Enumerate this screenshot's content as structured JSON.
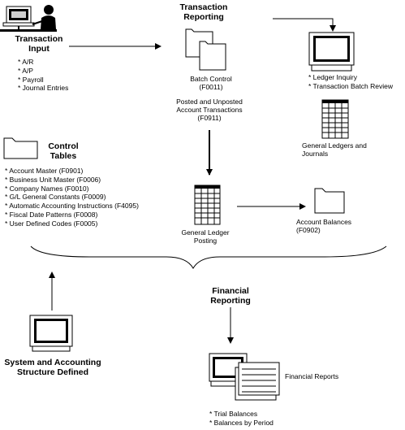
{
  "transaction_input": {
    "title": "Transaction Input",
    "items": [
      "A/R",
      "A/P",
      "Payroll",
      "Journal Entries"
    ]
  },
  "transaction_reporting": {
    "title": "Transaction Reporting",
    "batch_control": "Batch Control (F0011)",
    "posted_unposted": "Posted and Unposted Account Transactions (F0911)",
    "items": [
      "Ledger Inquiry",
      "Transaction Batch Review"
    ],
    "general_ledgers_journals": "General Ledgers and Journals"
  },
  "control_tables": {
    "title": "Control Tables",
    "items": [
      "Account Master (F0901)",
      "Business Unit Master (F0006)",
      "Company Names (F0010)",
      "G/L General Constants (F0009)",
      "Automatic Accounting Instructions (F4095)",
      "Fiscal Date Patterns (F0008)",
      "User Defined Codes (F0005)"
    ]
  },
  "posting": {
    "general_ledger_posting": "General Ledger Posting",
    "account_balances": "Account Balances (F0902)"
  },
  "system_structure": {
    "title": "System and Accounting Structure Defined"
  },
  "financial_reporting": {
    "title": "Financial Reporting",
    "financial_reports": "Financial Reports",
    "items": [
      "Trial Balances",
      "Balances by Period"
    ]
  },
  "icons": [
    "person-at-computer-icon",
    "folder-icon",
    "monitor-icon",
    "ledger-report-icon",
    "report-pages-icon"
  ]
}
